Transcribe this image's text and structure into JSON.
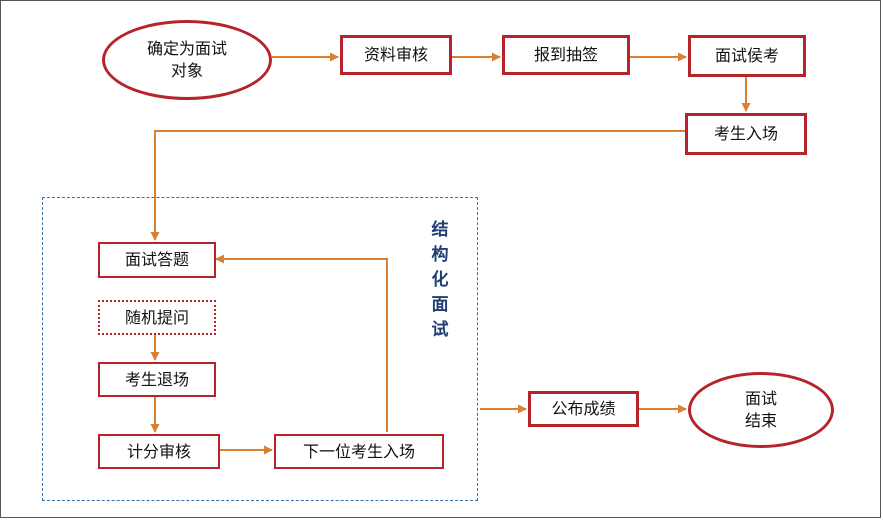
{
  "nodes": {
    "confirm_candidates": "确定为面试\n对象",
    "document_review": "资料审核",
    "check_in_draw": "报到抽签",
    "interview_waiting": "面试侯考",
    "candidate_enter": "考生入场",
    "interview_answer": "面试答题",
    "random_question": "随机提问",
    "candidate_exit": "考生退场",
    "score_review": "计分审核",
    "next_candidate_enter": "下一位考生入场",
    "publish_results": "公布成绩",
    "interview_end": "面试\n结束"
  },
  "group": {
    "label": "结\n构\n化\n面\n试"
  },
  "colors": {
    "box_border": "#b5232b",
    "arrow": "#d98032",
    "group_border": "#3f6fa0",
    "group_label": "#1f3f73"
  }
}
